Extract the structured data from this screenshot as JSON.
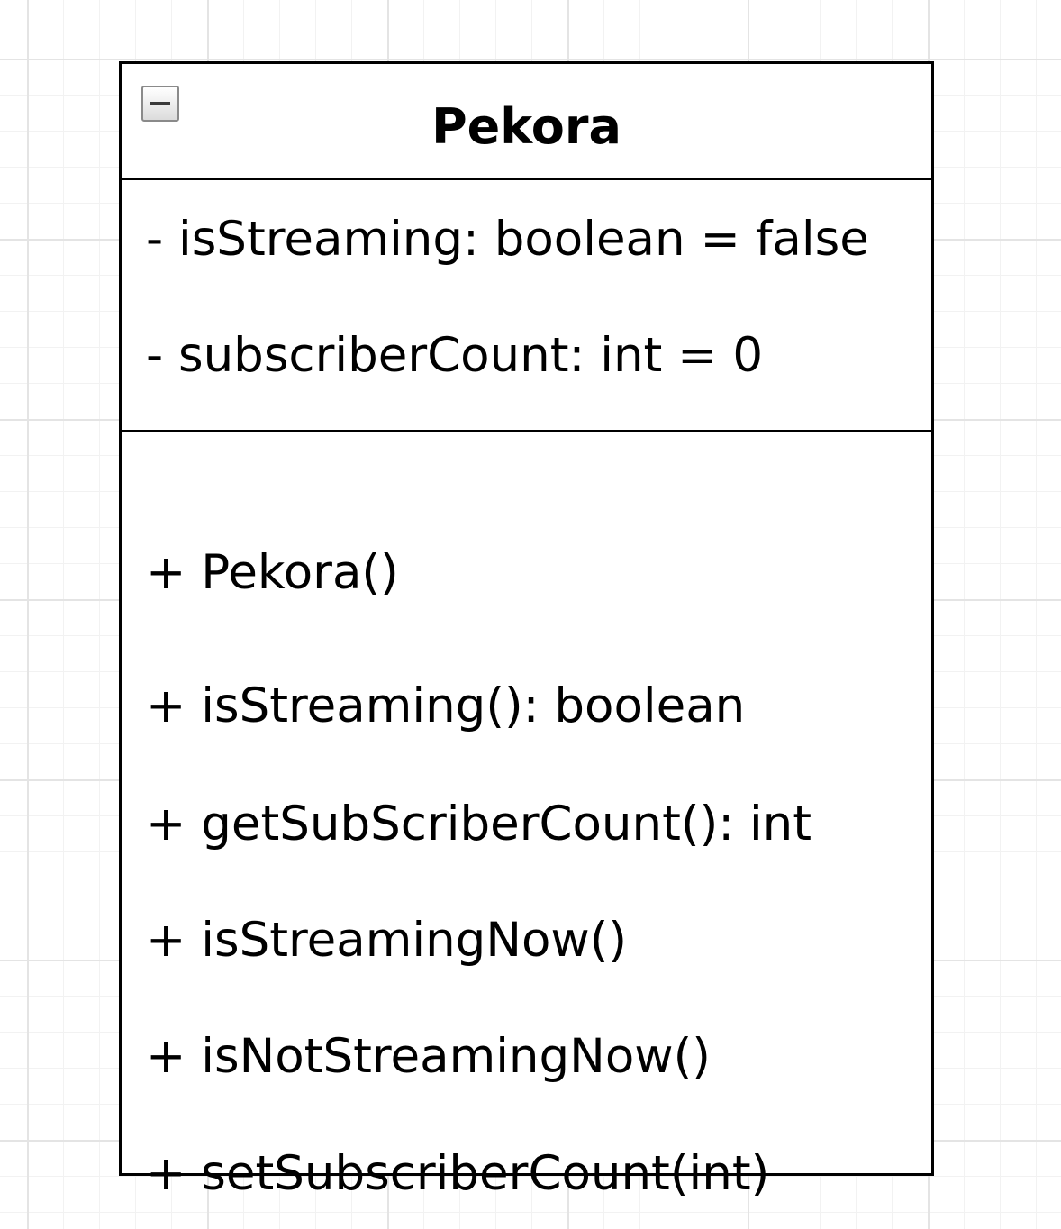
{
  "diagram": {
    "class_name": "Pekora",
    "attributes": [
      "- isStreaming: boolean = false",
      "- subscriberCount: int = 0"
    ],
    "operations": [
      "+ Pekora()",
      "+ isStreaming(): boolean",
      "+ getSubScriberCount(): int",
      "+ isStreamingNow()",
      "+ isNotStreamingNow()",
      "+ setSubscriberCount(int)"
    ],
    "collapse_icon": "minus-icon"
  }
}
